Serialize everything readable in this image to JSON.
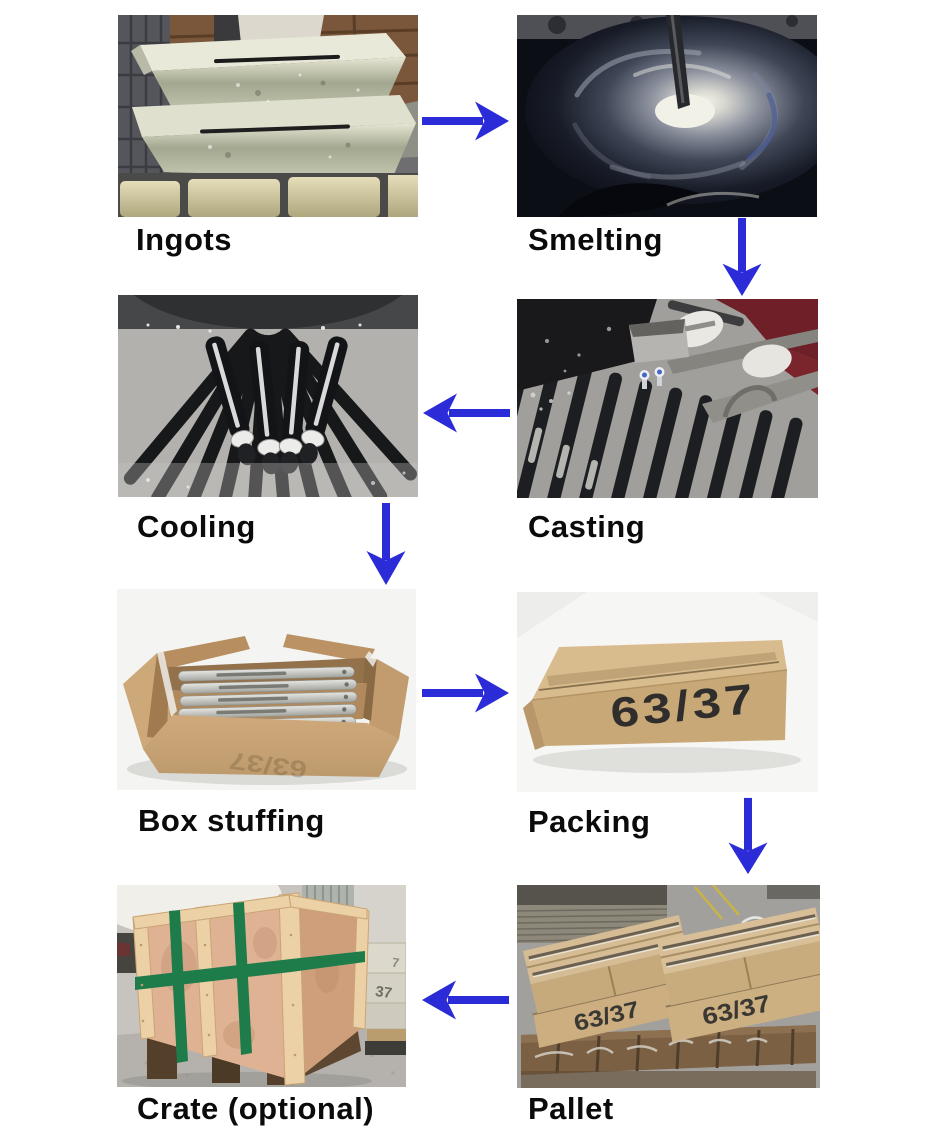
{
  "diagram": {
    "background_color": "#ffffff",
    "arrow_color": "#2b2bd8",
    "label_color": "#0b0b0b",
    "steps": [
      {
        "id": "ingots",
        "label": "Ingots",
        "photo": "stacked-metal-ingots"
      },
      {
        "id": "smelting",
        "label": "Smelting",
        "photo": "molten-metal-vortex-in-pot"
      },
      {
        "id": "cooling",
        "label": "Cooling",
        "photo": "solder-bars-cooling-in-mold-channels"
      },
      {
        "id": "casting",
        "label": "Casting",
        "photo": "gloved-hands-casting-solder-into-molds"
      },
      {
        "id": "box_stuffing",
        "label": "Box stuffing",
        "photo": "open-carton-filled-with-solder-bars"
      },
      {
        "id": "packing",
        "label": "Packing",
        "photo": "sealed-carton-with-alloy-print"
      },
      {
        "id": "crate",
        "label": "Crate (optional)",
        "photo": "strapped-wooden-crate-on-pallet"
      },
      {
        "id": "pallet",
        "label": "Pallet",
        "photo": "cartons-stacked-on-wooden-pallet"
      }
    ],
    "arrows": [
      {
        "from": "ingots",
        "to": "smelting",
        "direction": "right"
      },
      {
        "from": "smelting",
        "to": "casting",
        "direction": "down"
      },
      {
        "from": "casting",
        "to": "cooling",
        "direction": "left"
      },
      {
        "from": "cooling",
        "to": "box_stuffing",
        "direction": "down"
      },
      {
        "from": "box_stuffing",
        "to": "packing",
        "direction": "right"
      },
      {
        "from": "packing",
        "to": "pallet",
        "direction": "down"
      },
      {
        "from": "pallet",
        "to": "crate",
        "direction": "left"
      }
    ],
    "photo_texts": {
      "box_stuffing_front_print": "63/37",
      "packing_front_print": "63/37",
      "pallet_left_print": "63/37",
      "pallet_right_print": "63/37",
      "crate_bg_box_print_top": "7",
      "crate_bg_box_print_bottom": "37"
    }
  }
}
